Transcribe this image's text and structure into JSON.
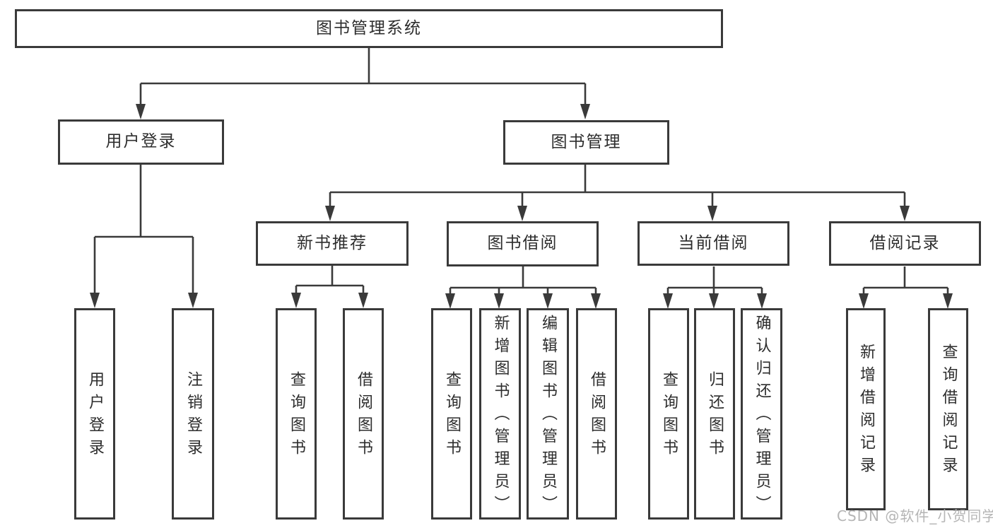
{
  "colors": {
    "line": "#3a3a3a",
    "text": "#2d2d2d",
    "watermark": "#b5b5b5",
    "background": "#ffffff"
  },
  "diagram": {
    "root": {
      "label": "图书管理系统"
    },
    "level2": [
      {
        "label": "用户登录"
      },
      {
        "label": "图书管理"
      }
    ],
    "level3": [
      {
        "label": "新书推荐"
      },
      {
        "label": "图书借阅"
      },
      {
        "label": "当前借阅"
      },
      {
        "label": "借阅记录"
      }
    ],
    "leaves": [
      {
        "label": "用户登录"
      },
      {
        "label": "注销登录"
      },
      {
        "label": "查询图书"
      },
      {
        "label": "借阅图书"
      },
      {
        "label": "查询图书"
      },
      {
        "label": "新增图书（管理员）"
      },
      {
        "label": "编辑图书（管理员）"
      },
      {
        "label": "借阅图书"
      },
      {
        "label": "查询图书"
      },
      {
        "label": "归还图书"
      },
      {
        "label": "确认归还（管理员）"
      },
      {
        "label": "新增借阅记录"
      },
      {
        "label": "查询借阅记录"
      }
    ],
    "watermark": {
      "text": "CSDN @软件_小贺同学"
    }
  }
}
